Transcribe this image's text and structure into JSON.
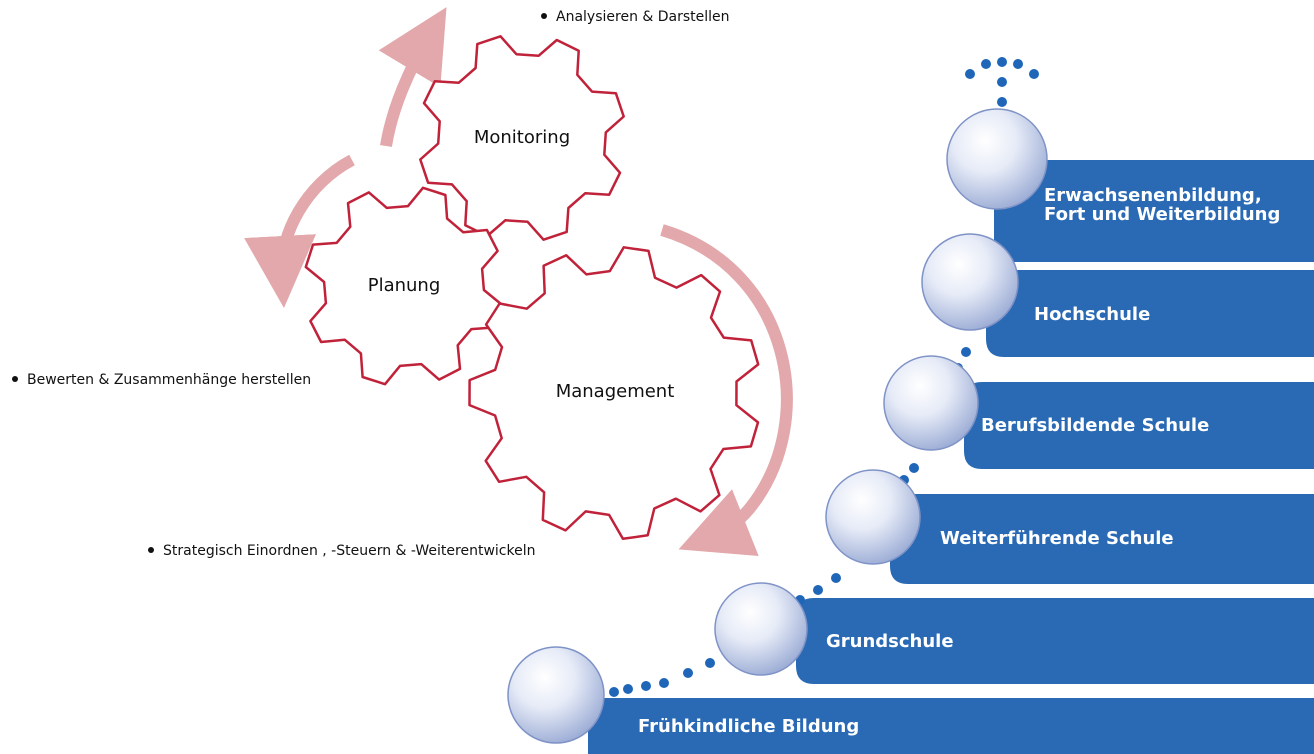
{
  "colors": {
    "gear_outline": "#c0223a",
    "arrow": "#e2a8ab",
    "step_blue": "#2a6ab5",
    "dot_blue": "#1f66b8",
    "sphere": "#c9d3ee"
  },
  "bullets": {
    "analyse": "Analysieren & Darstellen",
    "evaluate": "Bewerten & Zusammenhänge herstellen",
    "strategy": "Strategisch Einordnen , -Steuern &  -Weiterentwickeln"
  },
  "gears": {
    "monitoring": "Monitoring",
    "planung": "Planung",
    "management": "Management"
  },
  "steps": {
    "erwachsenen_line1": "Erwachsenenbildung,",
    "erwachsenen_line2": "Fort und Weiterbildung",
    "hochschule": "Hochschule",
    "berufsbildende": "Berufsbildende Schule",
    "weiterfuehrende": "Weiterführende Schule",
    "grundschule": "Grundschule",
    "fruehkindlich": "Frühkindliche Bildung"
  }
}
